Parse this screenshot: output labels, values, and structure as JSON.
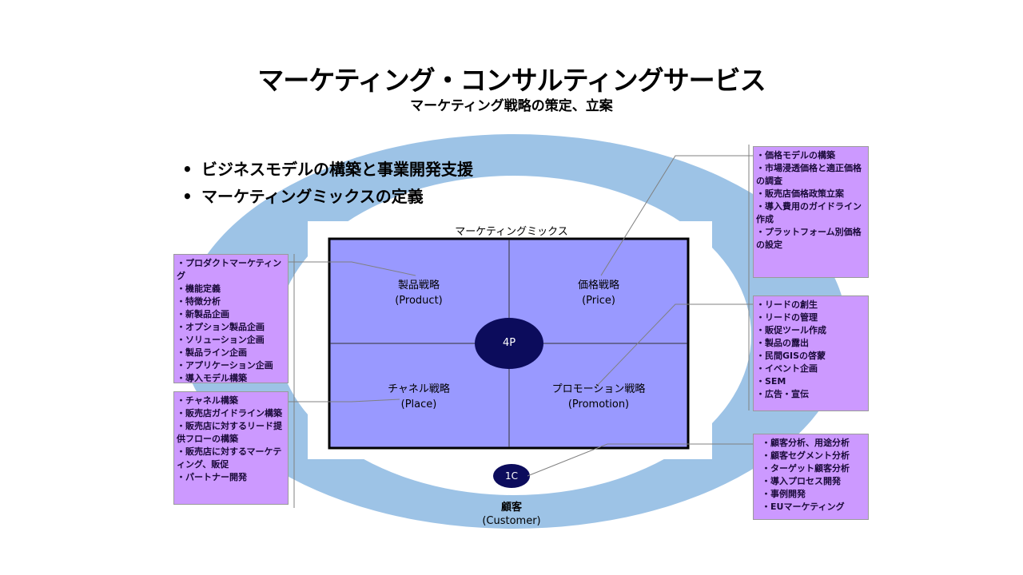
{
  "title": "マーケティング・コンサルティングサービス",
  "subtitle": "マーケティング戦略の策定、立案",
  "bullets": [
    "ビジネスモデルの構築と事業開発支援",
    "マーケティングミックスの定義"
  ],
  "bullet_symbol": "•",
  "mix_label": "マーケティングミックス",
  "center_label": "4P",
  "customer_circle_label": "1C",
  "customer_label_jp": "顧客",
  "customer_label_en": "(Customer)",
  "quadrants": {
    "product": {
      "jp": "製品戦略",
      "en": "(Product)"
    },
    "price": {
      "jp": "価格戦略",
      "en": "(Price)"
    },
    "place": {
      "jp": "チャネル戦略",
      "en": "(Place)"
    },
    "promotion": {
      "jp": "プロモーション戦略",
      "en": "(Promotion)"
    }
  },
  "boxes": {
    "product": [
      "・プロダクトマーケティング",
      "・機能定義",
      "・特徴分析",
      "・新製品企画",
      "・オプション製品企画",
      "・ソリューション企画",
      "・製品ライン企画",
      "・アプリケーション企画",
      "・導入モデル構築"
    ],
    "place": [
      "・チャネル構築",
      "・販売店ガイドライン構築",
      "・販売店に対するリード提供フローの構築",
      "・販売店に対するマーケティング、販促",
      "・パートナー開発"
    ],
    "price": [
      "・価格モデルの構築",
      "・市場浸透価格と適正価格の調査",
      "・販売店価格政策立案",
      "・導入費用のガイドライン作成",
      "・プラットフォーム別価格の設定"
    ],
    "promotion": [
      "・リードの創生",
      "・リードの管理",
      "・販促ツール作成",
      "・製品の露出",
      "・民間GISの啓蒙",
      "・イベント企画",
      "・SEM",
      "・広告・宣伝"
    ],
    "customer": [
      "・顧客分析、用途分析",
      "・顧客セグメント分析",
      "・ターゲット顧客分析",
      "・導入プロセス開発",
      "・事例開発",
      "・EUマーケティング"
    ]
  },
  "colors": {
    "ellipse": "#9dc3e6",
    "matrix": "#9999ff",
    "circle": "#0c0c5c",
    "box": "#cc99ff"
  }
}
